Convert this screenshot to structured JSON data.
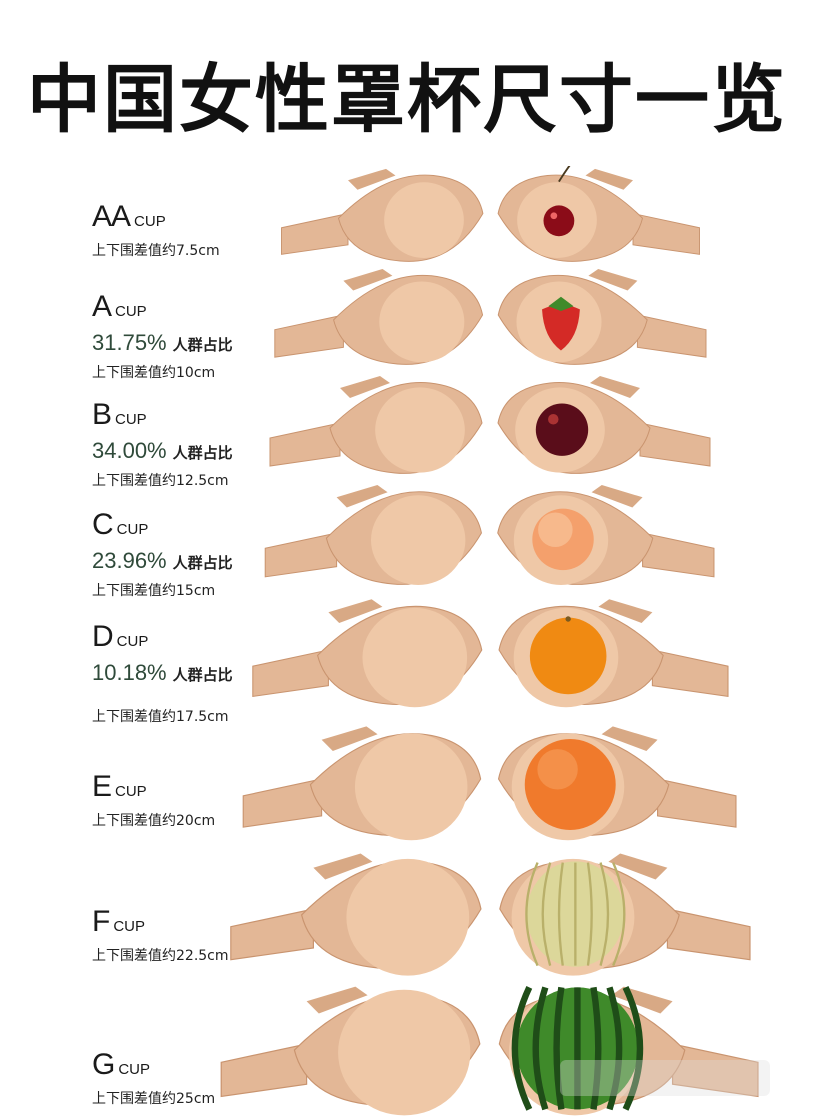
{
  "title": "中国女性罩杯尺寸一览",
  "cup_word": "CUP",
  "pct_suffix": "人群占比",
  "colors": {
    "bra_fill": "#e3b796",
    "bra_shade": "#c9946f",
    "bra_inner": "#efc8a7",
    "strap": "#d8a985",
    "text_pct": "#2f4a3a"
  },
  "rows": [
    {
      "cup": "AA",
      "percent": "",
      "diff": "上下围差值约7.5cm",
      "fruit": "cherry-icon"
    },
    {
      "cup": "A",
      "percent": "31.75%",
      "diff": "上下围差值约10cm",
      "fruit": "strawberry-icon"
    },
    {
      "cup": "B",
      "percent": "34.00%",
      "diff": "上下围差值约12.5cm",
      "fruit": "plum-icon"
    },
    {
      "cup": "C",
      "percent": "23.96%",
      "diff": "上下围差值约15cm",
      "fruit": "peach-icon"
    },
    {
      "cup": "D",
      "percent": "10.18%",
      "diff": "上下围差值约17.5cm",
      "fruit": "orange-icon"
    },
    {
      "cup": "E",
      "percent": "",
      "diff": "上下围差值约20cm",
      "fruit": "grapefruit-icon"
    },
    {
      "cup": "F",
      "percent": "",
      "diff": "上下围差值约22.5cm",
      "fruit": "cantaloupe-icon"
    },
    {
      "cup": "G",
      "percent": "",
      "diff": "上下围差值约25cm",
      "fruit": "watermelon-icon"
    }
  ]
}
